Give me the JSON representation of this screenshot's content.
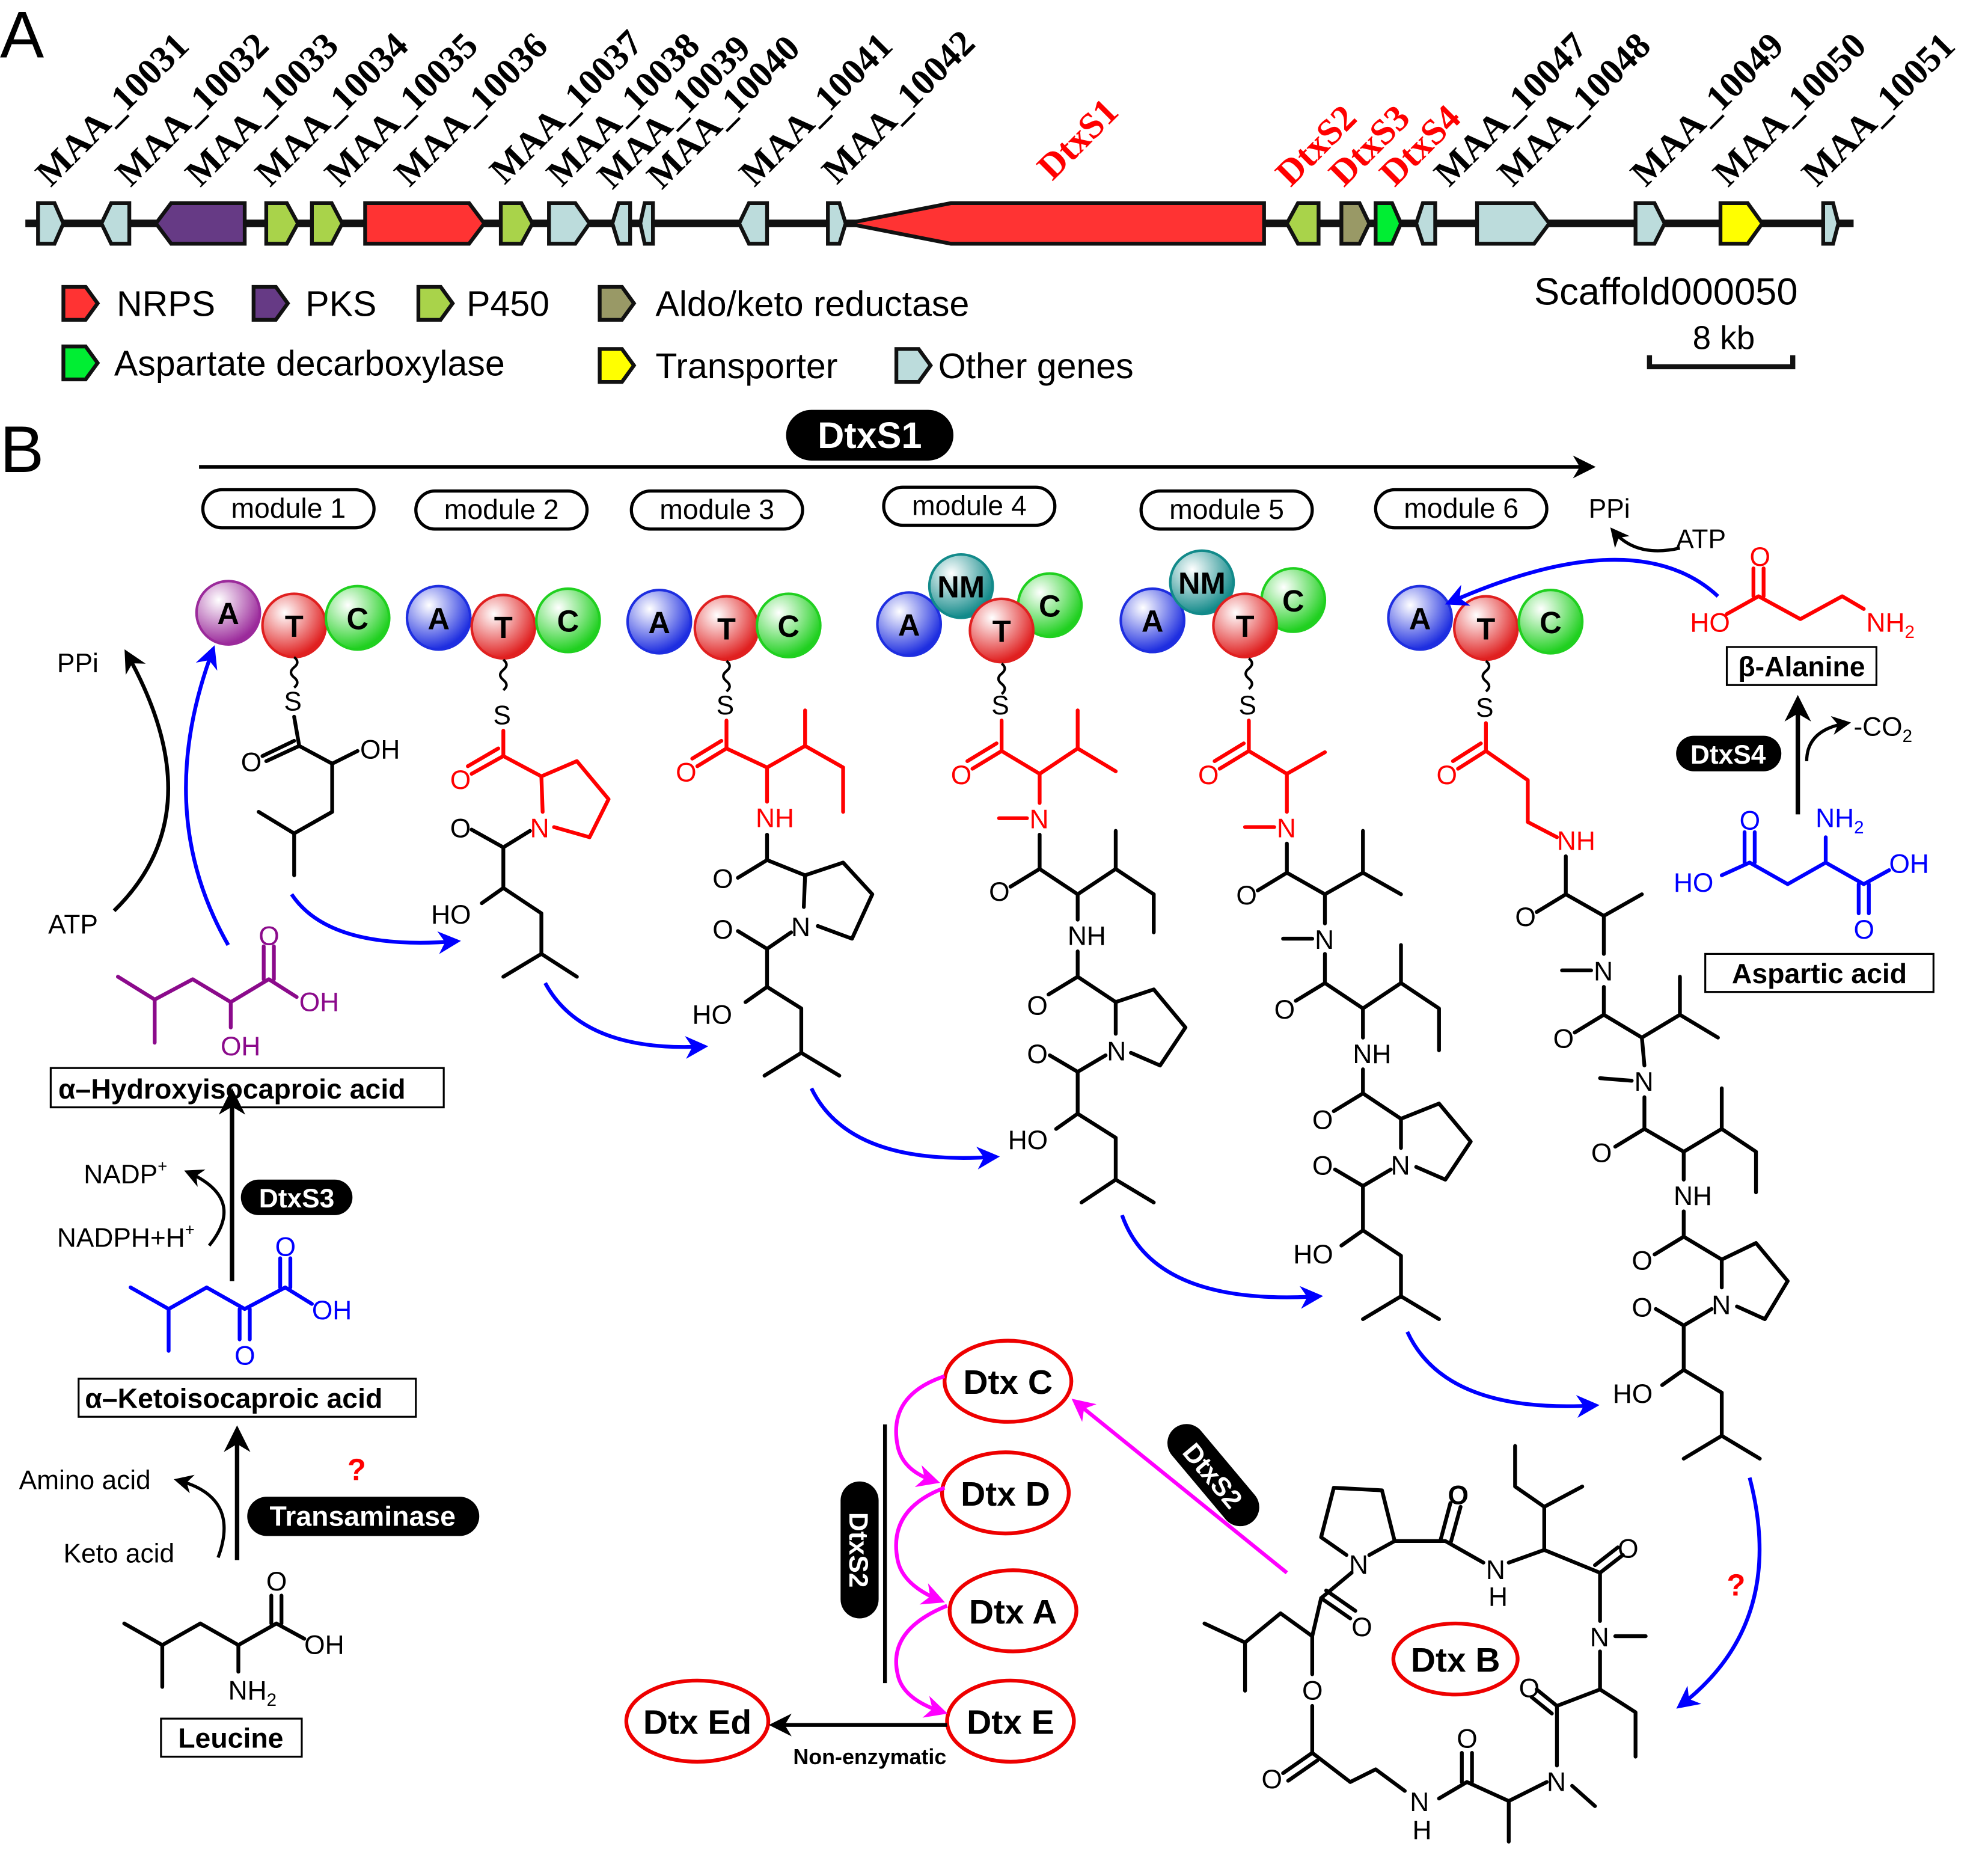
{
  "panel_a": {
    "letter": "A",
    "gene_labels": [
      {
        "text": "MAA_10031",
        "color": "#000000"
      },
      {
        "text": "MAA_10032",
        "color": "#000000"
      },
      {
        "text": "MAA_10033",
        "color": "#000000"
      },
      {
        "text": "MAA_10034",
        "color": "#000000"
      },
      {
        "text": "MAA_10035",
        "color": "#000000"
      },
      {
        "text": "MAA_10036",
        "color": "#000000"
      },
      {
        "text": "MAA_10037",
        "color": "#000000"
      },
      {
        "text": "MAA_10038",
        "color": "#000000"
      },
      {
        "text": "MAA_10039",
        "color": "#000000"
      },
      {
        "text": "MAA_10040",
        "color": "#000000"
      },
      {
        "text": "MAA_10041",
        "color": "#000000"
      },
      {
        "text": "MAA_10042",
        "color": "#000000"
      },
      {
        "text": "DtxS1",
        "color": "#ff0000"
      },
      {
        "text": "DtxS2",
        "color": "#ff0000"
      },
      {
        "text": "DtxS3",
        "color": "#ff0000"
      },
      {
        "text": "DtxS4",
        "color": "#ff0000"
      },
      {
        "text": "MAA_10047",
        "color": "#000000"
      },
      {
        "text": "MAA_10048",
        "color": "#000000"
      },
      {
        "text": "MAA_10049",
        "color": "#000000"
      },
      {
        "text": "MAA_10050",
        "color": "#000000"
      },
      {
        "text": "MAA_10051",
        "color": "#000000"
      }
    ],
    "genes": [
      {
        "type": "other",
        "direction": "right"
      },
      {
        "type": "other",
        "direction": "left"
      },
      {
        "type": "pks",
        "direction": "left"
      },
      {
        "type": "p450",
        "direction": "right"
      },
      {
        "type": "p450",
        "direction": "right"
      },
      {
        "type": "nrps",
        "direction": "right"
      },
      {
        "type": "p450",
        "direction": "right"
      },
      {
        "type": "other",
        "direction": "right"
      },
      {
        "type": "other",
        "direction": "left"
      },
      {
        "type": "other",
        "direction": "left"
      },
      {
        "type": "other",
        "direction": "left"
      },
      {
        "type": "other",
        "direction": "right"
      },
      {
        "type": "nrps",
        "direction": "left"
      },
      {
        "type": "p450",
        "direction": "left"
      },
      {
        "type": "aldo",
        "direction": "right"
      },
      {
        "type": "asp",
        "direction": "right"
      },
      {
        "type": "other",
        "direction": "left"
      },
      {
        "type": "other",
        "direction": "right"
      },
      {
        "type": "other",
        "direction": "right"
      },
      {
        "type": "transporter",
        "direction": "right"
      },
      {
        "type": "other",
        "direction": "right"
      }
    ],
    "colors": {
      "nrps": "#ff3333",
      "pks": "#663a85",
      "p450": "#a9d34a",
      "aldo": "#999966",
      "asp": "#00ee33",
      "transporter": "#ffff00",
      "other": "#bcdcdc"
    },
    "legend": [
      {
        "type": "nrps",
        "label": "NRPS"
      },
      {
        "type": "pks",
        "label": "PKS"
      },
      {
        "type": "p450",
        "label": "P450"
      },
      {
        "type": "aldo",
        "label": "Aldo/keto reductase"
      },
      {
        "type": "asp",
        "label": "Aspartate decarboxylase"
      },
      {
        "type": "transporter",
        "label": "Transporter"
      },
      {
        "type": "other",
        "label": "Other genes"
      }
    ],
    "scaffold": "Scaffold000050",
    "scale_bar": "8 kb"
  },
  "panel_b": {
    "letter": "B",
    "enzyme": "DtxS1",
    "modules": [
      "module 1",
      "module 2",
      "module 3",
      "module 4",
      "module 5",
      "module 6"
    ],
    "domains": {
      "A": "A",
      "T": "T",
      "C": "C",
      "NM": "NM"
    },
    "domain_colors": {
      "A1": "#9b2a9b",
      "A": "#1e2ee0",
      "T": "#e02020",
      "C": "#20d020",
      "NM": "#128a8a"
    },
    "left": {
      "ppi": "PPi",
      "atp": "ATP",
      "hydroxy": "α–Hydroxyisocaproic acid",
      "nadp": "NADP",
      "nadp_sup": "+",
      "nadph": "NADPH+H",
      "nadph_sup": "+",
      "dtxs3": "DtxS3",
      "keto": "α–Ketoisocaproic acid",
      "amino_acid": "Amino acid",
      "keto_acid": "Keto acid",
      "question": "?",
      "transaminase": "Transaminase",
      "leucine": "Leucine"
    },
    "right": {
      "ppi": "PPi",
      "atp": "ATP",
      "beta_alanine": "β-Alanine",
      "dtxs4": "DtxS4",
      "co2": "-CO",
      "co2_sub": "2",
      "aspartic": "Aspartic acid",
      "question": "?"
    },
    "products": {
      "dtx_b": "Dtx B",
      "dtx_c": "Dtx C",
      "dtx_d": "Dtx D",
      "dtx_a": "Dtx A",
      "dtx_e": "Dtx E",
      "dtx_ed": "Dtx Ed",
      "dtxs2": "DtxS2",
      "non_enzymatic": "Non-enzymatic"
    }
  },
  "atoms": {
    "O": "O",
    "OH": "OH",
    "HO": "HO",
    "N": "N",
    "NH": "NH",
    "H": "H",
    "S": "S",
    "NH2": "NH",
    "sub2": "2"
  }
}
